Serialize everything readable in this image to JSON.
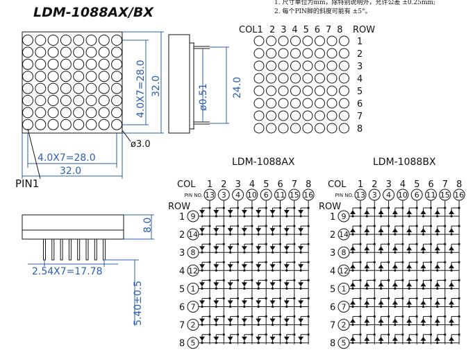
{
  "title": "LDM-1088AX/BX",
  "notes": [
    "1. 尺寸单位为mm，除特别说明外，允许公差 ±0.25mm;",
    "2. 每个PIN脚的斜度可能有 ±5°。"
  ],
  "front_view": {
    "pitch_v": "4.0X7=28.0",
    "size_v": "32.0",
    "pitch_h": "4.0X7=28.0",
    "size_h": "32.0",
    "dot_dia": "ø3.0",
    "pin1": "PIN1"
  },
  "side_view": {
    "pin_dia": "ø0.51",
    "pin_span": "24.0"
  },
  "bottom_view": {
    "height": "8.0",
    "pin_pitch": "2.54X7=17.78",
    "pin_len": "5.40±0.5"
  },
  "matrix_map": {
    "col_label": "COL1",
    "cols": [
      "2",
      "3",
      "4",
      "5",
      "6",
      "7",
      "8"
    ],
    "row_label": "ROW",
    "rows": [
      "1",
      "2",
      "3",
      "4",
      "5",
      "6",
      "7",
      "8"
    ]
  },
  "schematics": [
    {
      "title": "LDM-1088AX",
      "polarity": "down"
    },
    {
      "title": "LDM-1088BX",
      "polarity": "up"
    }
  ],
  "schematic_labels": {
    "col": "COL",
    "row": "ROW",
    "pin_no": "PIN NO.",
    "col_numbers": [
      "1",
      "2",
      "3",
      "4",
      "5",
      "6",
      "7",
      "8"
    ],
    "col_pins": [
      "13",
      "3",
      "4",
      "10",
      "6",
      "11",
      "15",
      "16"
    ],
    "row_numbers": [
      "1",
      "2",
      "3",
      "4",
      "5",
      "6",
      "7",
      "8"
    ],
    "row_pins": [
      "9",
      "14",
      "8",
      "12",
      "1",
      "7",
      "2",
      "5"
    ]
  },
  "colors": {
    "dimension": "#2a5db0",
    "line": "#111111"
  }
}
